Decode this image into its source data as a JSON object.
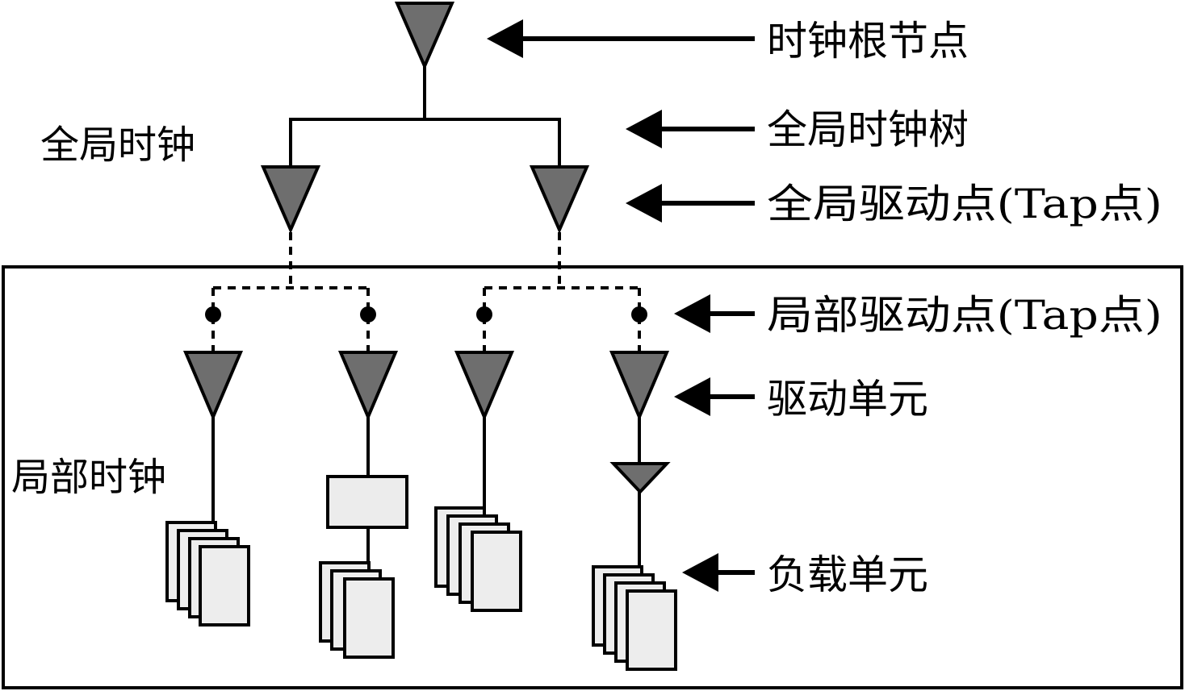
{
  "labels": {
    "clock_root": "时钟根节点",
    "global_clock_tree": "全局时钟树",
    "global_tap": "全局驱动点(Tap点)",
    "local_tap": "局部驱动点(Tap点)",
    "driver_cell": "驱动单元",
    "load_cell": "负载单元",
    "global_clock": "全局时钟",
    "local_clock": "局部时钟"
  },
  "colors": {
    "buffer_fill": "#6e6e6e",
    "box_fill": "#ececec",
    "line": "#000000"
  },
  "icons": {
    "buffer": "downward-triangle-buffer",
    "tap": "filled-dot",
    "load": "stacked-register-cards",
    "arrow": "left-arrow"
  }
}
